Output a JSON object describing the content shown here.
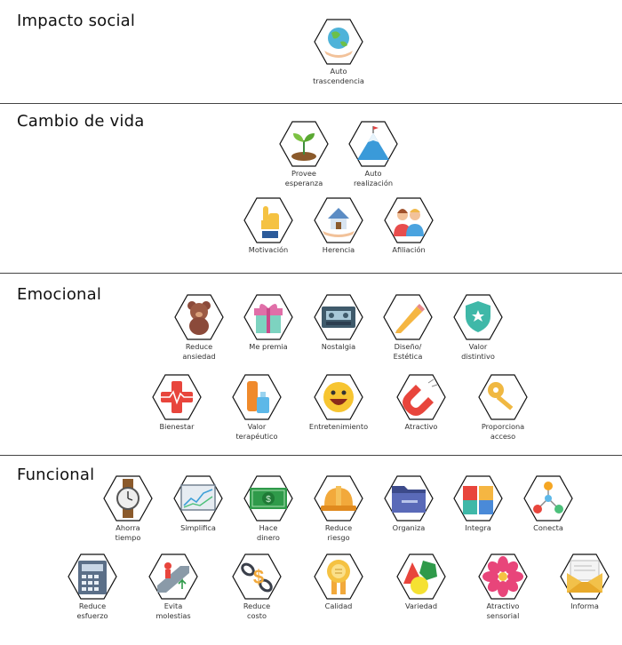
{
  "sections": [
    {
      "title": "Impacto social",
      "items": [
        {
          "icon": "globe-hand-icon",
          "label": "Auto\ntrascendencia"
        }
      ]
    },
    {
      "title": "Cambio de vida",
      "items": [
        {
          "icon": "sprout-icon",
          "label": "Provee\nesperanza"
        },
        {
          "icon": "mountain-flag-icon",
          "label": "Auto\nrealización"
        },
        {
          "icon": "hand-gesture-icon",
          "label": "Motivación"
        },
        {
          "icon": "house-hand-icon",
          "label": "Herencia"
        },
        {
          "icon": "people-icon",
          "label": "Afiliación"
        }
      ]
    },
    {
      "title": "Emocional",
      "items": [
        {
          "icon": "teddy-bear-icon",
          "label": "Reduce\nansiedad"
        },
        {
          "icon": "gift-icon",
          "label": "Me premia"
        },
        {
          "icon": "cassette-icon",
          "label": "Nostalgia"
        },
        {
          "icon": "pencil-icon",
          "label": "Diseño/\nEstética"
        },
        {
          "icon": "shield-star-icon",
          "label": "Valor\ndistintivo"
        },
        {
          "icon": "medical-cross-icon",
          "label": "Bienestar"
        },
        {
          "icon": "cream-bottles-icon",
          "label": "Valor\nterapéutico"
        },
        {
          "icon": "smiley-icon",
          "label": "Entretenimiento"
        },
        {
          "icon": "magnet-icon",
          "label": "Atractivo"
        },
        {
          "icon": "key-icon",
          "label": "Proporciona\nacceso"
        }
      ]
    },
    {
      "title": "Funcional",
      "items": [
        {
          "icon": "watch-icon",
          "label": "Ahorra\ntiempo"
        },
        {
          "icon": "chart-board-icon",
          "label": "Simplifica"
        },
        {
          "icon": "money-icon",
          "label": "Hace\ndinero"
        },
        {
          "icon": "hard-hat-icon",
          "label": "Reduce\nriesgo"
        },
        {
          "icon": "folder-icon",
          "label": "Organiza"
        },
        {
          "icon": "puzzle-icon",
          "label": "Integra"
        },
        {
          "icon": "network-icon",
          "label": "Conecta"
        },
        {
          "icon": "calculator-icon",
          "label": "Reduce\nesfuerzo"
        },
        {
          "icon": "escalator-icon",
          "label": "Evita\nmolestias"
        },
        {
          "icon": "chain-dollar-icon",
          "label": "Reduce\ncosto"
        },
        {
          "icon": "quality-badge-icon",
          "label": "Calidad"
        },
        {
          "icon": "shapes-icon",
          "label": "Variedad"
        },
        {
          "icon": "flower-icon",
          "label": "Atractivo\nsensorial"
        },
        {
          "icon": "envelope-icon",
          "label": "Informa"
        }
      ]
    }
  ]
}
